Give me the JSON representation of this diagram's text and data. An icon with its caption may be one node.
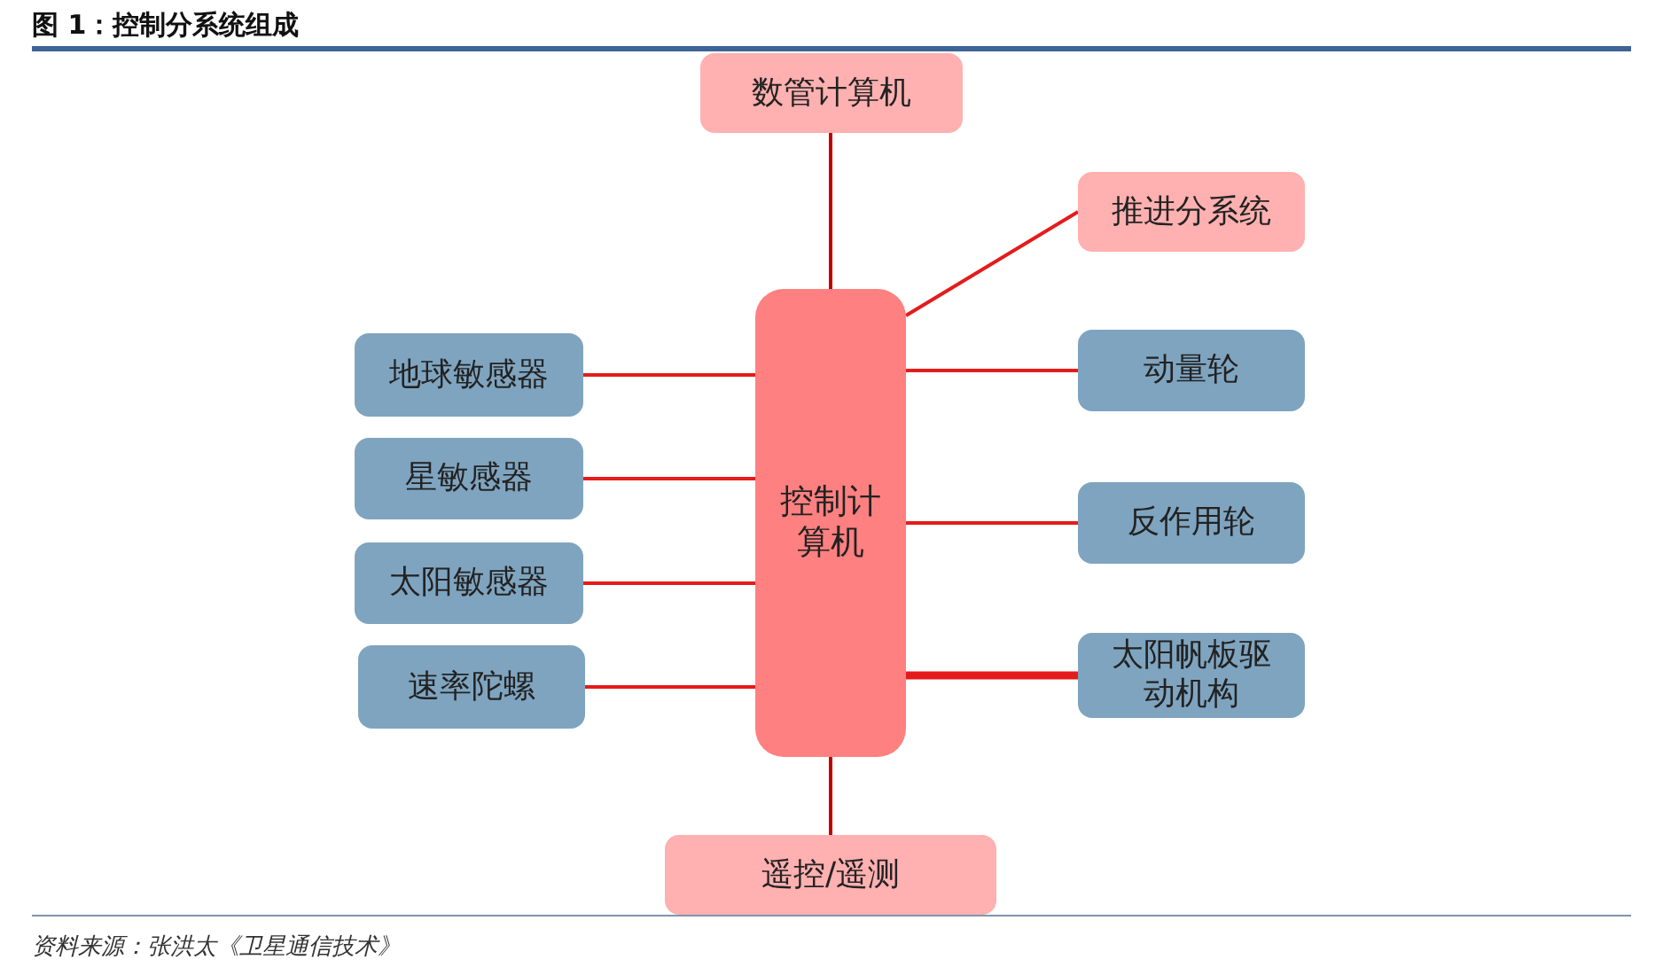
{
  "diagram": {
    "title": "图 1：控制分系统组成",
    "nodes": [
      {
        "text": [
          "数管计算机"
        ]
      },
      {
        "text": [
          "推进分系统"
        ]
      },
      {
        "text": [
          "控制计算机"
        ]
      },
      {
        "text": [
          "地球敏感器"
        ]
      },
      {
        "text": [
          "星敏感器"
        ]
      },
      {
        "text": [
          "太阳敏感器"
        ]
      },
      {
        "text": [
          "速率陀螺"
        ]
      },
      {
        "text": [
          "动量轮"
        ]
      },
      {
        "text": [
          "反作用轮"
        ]
      },
      {
        "text": [
          "太阳帆板驱动机构"
        ]
      },
      {
        "text": [
          "遥控/遥测"
        ]
      }
    ],
    "edges": [
      {
        "from": 2,
        "to": 0,
        "arrow": "none",
        "color": "#c00000"
      },
      {
        "from": 2,
        "to": 1,
        "arrow": "none"
      },
      {
        "from": 2,
        "to": 3,
        "arrow": "none"
      },
      {
        "from": 2,
        "to": 4,
        "arrow": "none"
      },
      {
        "from": 2,
        "to": 5,
        "arrow": "none"
      },
      {
        "from": 2,
        "to": 6,
        "arrow": "none"
      },
      {
        "from": 2,
        "to": 7,
        "arrow": "none"
      },
      {
        "from": 2,
        "to": 8,
        "arrow": "none"
      },
      {
        "from": 2,
        "to": 9,
        "arrow": "none",
        "style": "thick"
      },
      {
        "from": 2,
        "to": 10,
        "arrow": "none",
        "color": "#c00000"
      }
    ],
    "labels": [
      "资料来源：张洪太《卫星通信技术》"
    ]
  }
}
